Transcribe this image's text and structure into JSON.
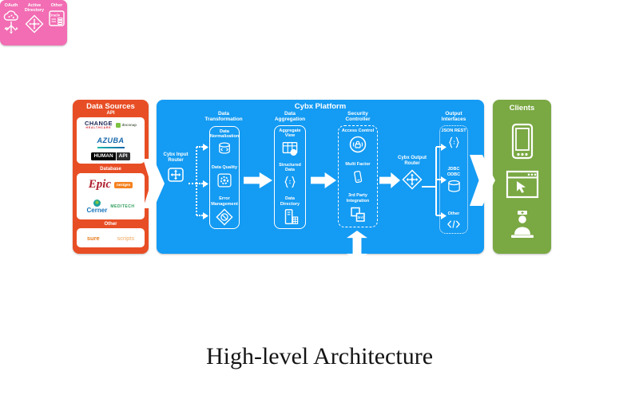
{
  "page_title": "High-level Architecture",
  "colors": {
    "data_sources_orange": "#E84E25",
    "platform_blue": "#149BF3",
    "clients_green": "#7AA843",
    "identity_pink": "#F26DB3",
    "arrow_white": "#FFFFFF"
  },
  "data_sources": {
    "title": "Data Sources",
    "sections": {
      "api": {
        "label": "API"
      },
      "database": {
        "label": "Database"
      },
      "other": {
        "label": "Other"
      }
    },
    "logos": {
      "change_top": "CHANGE",
      "change_bottom": "HEALTHCARE",
      "docsnap": "docsnap",
      "azuba": "AZUBA",
      "human_left": "HUMAN",
      "human_right": "API",
      "epic": "Epic",
      "nextgen": "nextgen",
      "cerner": "Cerner",
      "meditech": "MEDITECH",
      "surescripts_left": "sure",
      "surescripts_right": "scripts"
    }
  },
  "platform": {
    "title": "Cybx Platform",
    "input_router_label": "Cybx Input Router",
    "output_router_label": "Cybx Output Router",
    "transformation": {
      "title": "Data Transformation",
      "items": [
        {
          "label": "Data Normalization",
          "icon": "database-sync-icon"
        },
        {
          "label": "Data Quality",
          "icon": "gear-icon"
        },
        {
          "label": "Error Management",
          "icon": "error-diamond-icon"
        }
      ]
    },
    "aggregation": {
      "title": "Data Aggregation",
      "items": [
        {
          "label": "Aggregate View",
          "icon": "table-view-icon"
        },
        {
          "label": "Structured Data",
          "icon": "brackets-icon"
        },
        {
          "label": "Data Directory",
          "icon": "data-directory-icon"
        }
      ]
    },
    "security": {
      "title": "Security Controller",
      "items": [
        {
          "label": "Access Control",
          "icon": "lock-icon"
        },
        {
          "label": "Multi Factor",
          "icon": "mobile-icon"
        },
        {
          "label": "3rd Party Integration",
          "icon": "third-party-icon"
        }
      ]
    },
    "output": {
      "title": "Output Interfaces",
      "items": [
        {
          "label": "JSON REST",
          "icon": "brackets-icon"
        },
        {
          "label": "JDBC ODBC",
          "icon": "database-icon"
        },
        {
          "label": "Other",
          "icon": "code-icon"
        }
      ]
    }
  },
  "clients": {
    "title": "Clients",
    "items": [
      {
        "icon": "smartphone-icon"
      },
      {
        "icon": "web-browser-icon"
      },
      {
        "icon": "clinician-icon"
      }
    ]
  },
  "identity_providers": {
    "items": [
      {
        "label": "OAuth",
        "icon": "oauth-cloud-icon"
      },
      {
        "label": "Active Directory",
        "icon": "active-directory-icon"
      },
      {
        "label": "Other",
        "icon": "oracle-database-icon"
      }
    ]
  }
}
